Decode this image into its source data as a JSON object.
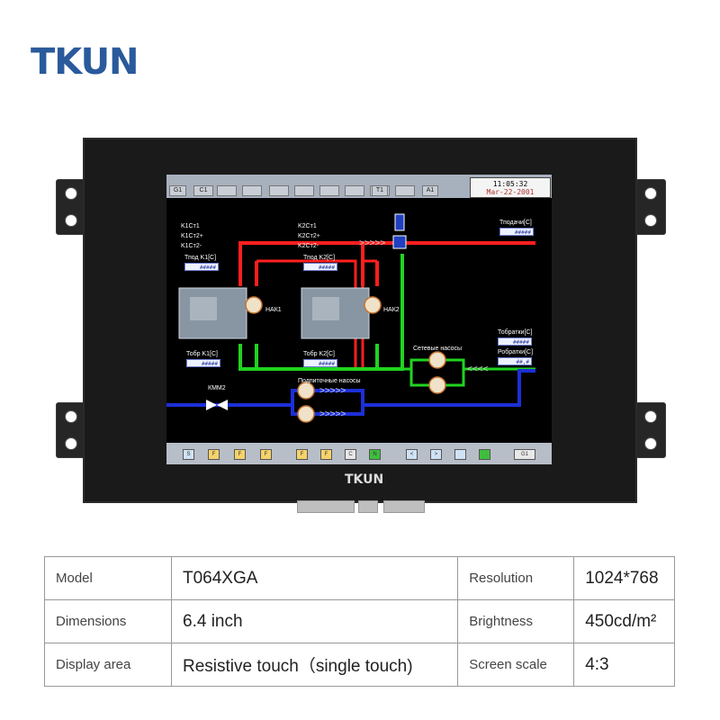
{
  "brand": {
    "logo": "TKUN",
    "bezel_logo": "TKUN"
  },
  "screen": {
    "top_tabs": [
      "G1",
      "C1",
      "",
      "",
      "",
      "",
      "",
      "",
      "",
      "T1",
      "",
      "A1"
    ],
    "clock": {
      "time": "11:05:32",
      "date": "Mar-22-2001"
    },
    "labels": {
      "k1_a": "K1Ст1",
      "k1_b": "K1Ст2+",
      "k1_c": "K1Ст2-",
      "k2_a": "K2Ст1",
      "k2_b": "K2Ст2+",
      "k2_c": "K2Ст2-",
      "tpod_k1": "Тпод K1[C]",
      "tpod_k2": "Тпод K2[C]",
      "tobr_k1": "Тобр K1[C]",
      "tobr_k2": "Тобр K2[C]",
      "tpodachi": "Тподачи[C]",
      "tobratki": "Тобратки[C]",
      "robratki": "Робратки[C]",
      "nak1": "НАК1",
      "nak2": "НАК2",
      "setevye": "Сетевые насосы",
      "podpitochnye": "Подпиточные насосы",
      "kmm2": "КММ2"
    },
    "values": {
      "tpod_k1": "#####",
      "tpod_k2": "#####",
      "tobr_k1": "#####",
      "tobr_k2": "#####",
      "tpodachi": "#####",
      "tobratki": "#####",
      "robratki": "##,#"
    },
    "bottom_buttons": [
      "S",
      "F",
      "F",
      "F",
      "F",
      "F",
      "C",
      "N",
      "<",
      ">",
      "",
      "",
      "G1"
    ],
    "colors": {
      "supply": "#ff1f1f",
      "return": "#21d321",
      "makeup": "#1c2fd6",
      "toolbar": "#a7b0bd"
    }
  },
  "specs": [
    {
      "key": "Model",
      "value": "T064XGA",
      "key2": "Resolution",
      "value2": "1024*768"
    },
    {
      "key": "Dimensions",
      "value": "6.4 inch",
      "key2": "Brightness",
      "value2": "450cd/m²"
    },
    {
      "key": "Display area",
      "value": "Resistive touch（single touch)",
      "key2": "Screen scale",
      "value2": "4:3"
    }
  ]
}
